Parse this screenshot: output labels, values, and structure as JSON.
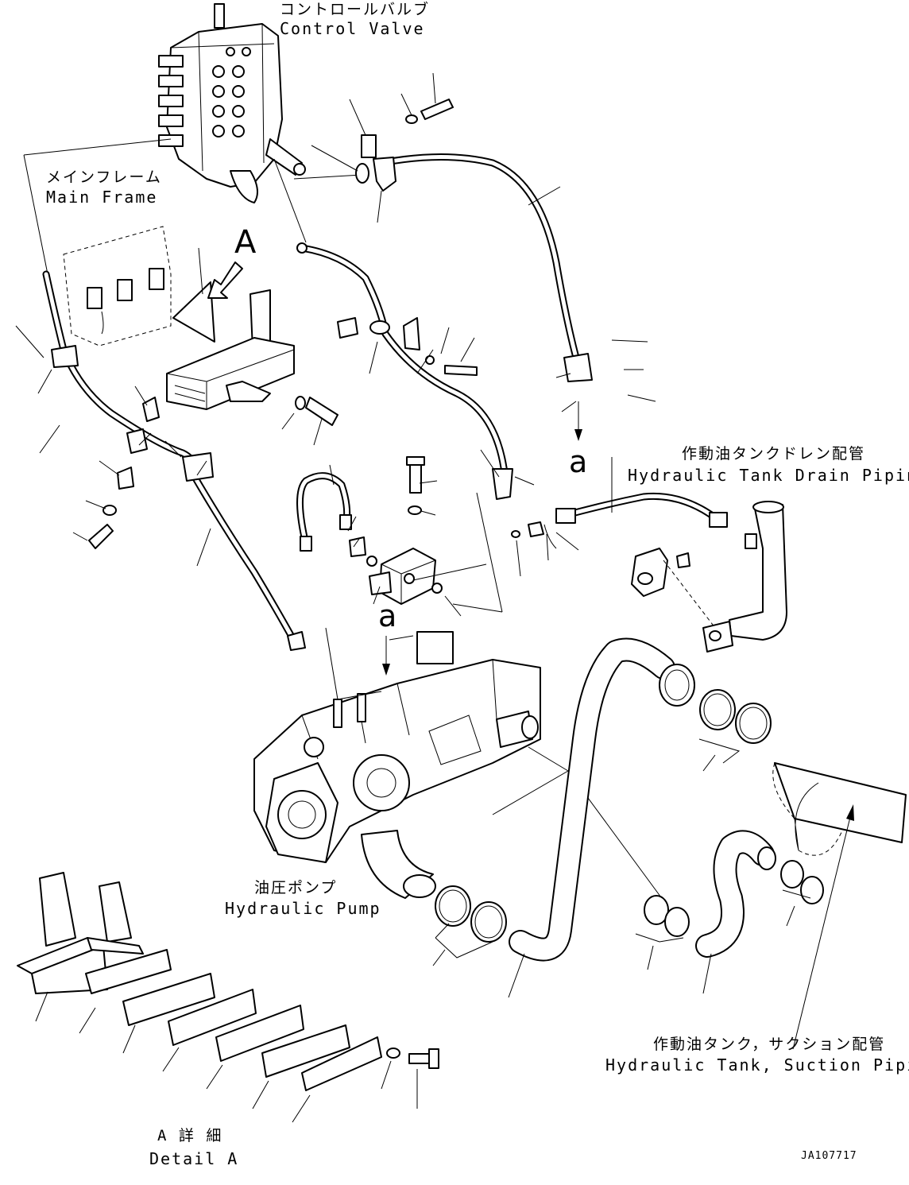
{
  "labels": {
    "control_valve": {
      "jp": "コントロールバルブ",
      "en": "Control Valve"
    },
    "main_frame": {
      "jp": "メインフレーム",
      "en": "Main Frame"
    },
    "view_a": "A",
    "ref_a_upper": "a",
    "ref_a_lower": "a",
    "drain_piping": {
      "jp": "作動油タンクドレン配管",
      "en": "Hydraulic Tank Drain Piping"
    },
    "hydraulic_pump": {
      "jp": "油圧ポンプ",
      "en": "Hydraulic Pump"
    },
    "suction_piping": {
      "jp": "作動油タンク，サクション配管",
      "en": "Hydraulic Tank, Suction Piping"
    },
    "detail_a": {
      "jp": "A 詳 細",
      "en": "Detail A"
    },
    "drawing_number": "JA107717"
  },
  "colors": {
    "line": "#000000",
    "background": "#ffffff"
  }
}
